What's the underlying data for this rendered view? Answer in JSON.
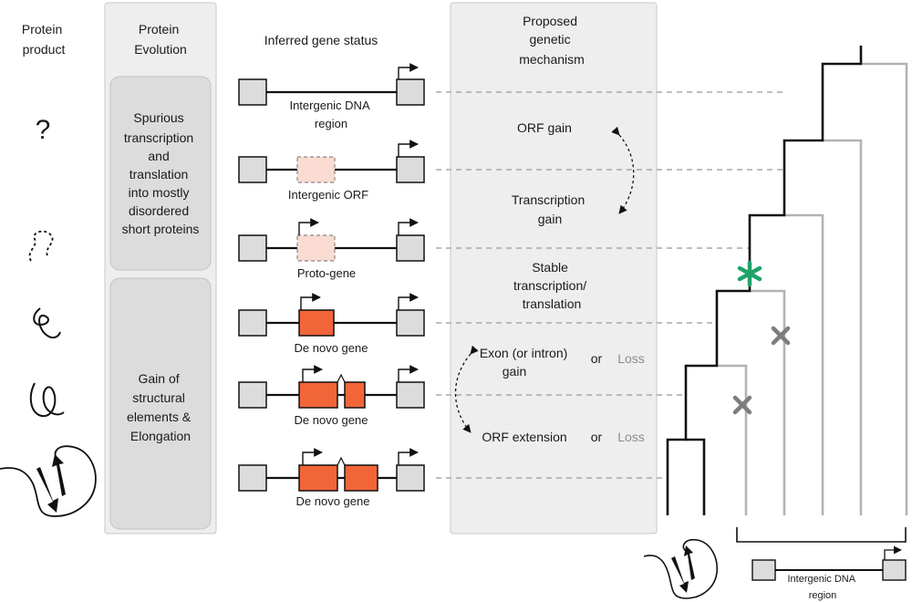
{
  "headers": {
    "protein_product": [
      "Protein",
      "product"
    ],
    "protein_evolution": [
      "Protein",
      "Evolution"
    ],
    "inferred_gene_status": "Inferred gene status",
    "proposed_mechanism": [
      "Proposed",
      "genetic",
      "mechanism"
    ]
  },
  "evolution_stages": {
    "spurious": [
      "Spurious",
      "transcription",
      "and",
      "translation",
      "into mostly",
      "disordered",
      "short proteins"
    ],
    "gain": [
      "Gain of",
      "structural",
      "elements &",
      "Elongation"
    ]
  },
  "unknown_product_symbol": "?",
  "gene_status_labels": {
    "intergenic_dna": [
      "Intergenic DNA",
      "region"
    ],
    "intergenic_orf": "Intergenic ORF",
    "proto_gene": "Proto-gene",
    "de_novo_1": "De novo gene",
    "de_novo_2": "De novo gene",
    "de_novo_3": "De novo gene"
  },
  "mechanisms": {
    "orf_gain": "ORF gain",
    "transcription_gain": [
      "Transcription",
      "gain"
    ],
    "stable": [
      "Stable",
      "transcription/",
      "translation"
    ],
    "exon_gain": [
      "Exon (or intron)",
      "gain"
    ],
    "orf_extension": "ORF extension",
    "or_1": "or",
    "loss_1": "Loss",
    "or_2": "or",
    "loss_2": "Loss"
  },
  "bottom_right_label": [
    "Intergenic DNA",
    "region"
  ],
  "colors": {
    "gene_orange": "#f26539",
    "orf_pink": "#fadbd2",
    "panel_bg": "#eeeeee",
    "panel_box": "#dcdcdc",
    "tree_black": "#111111",
    "tree_grey": "#b3b3b3",
    "loss_cross": "#7d7d7d",
    "origin_star": "#1fa36a"
  }
}
